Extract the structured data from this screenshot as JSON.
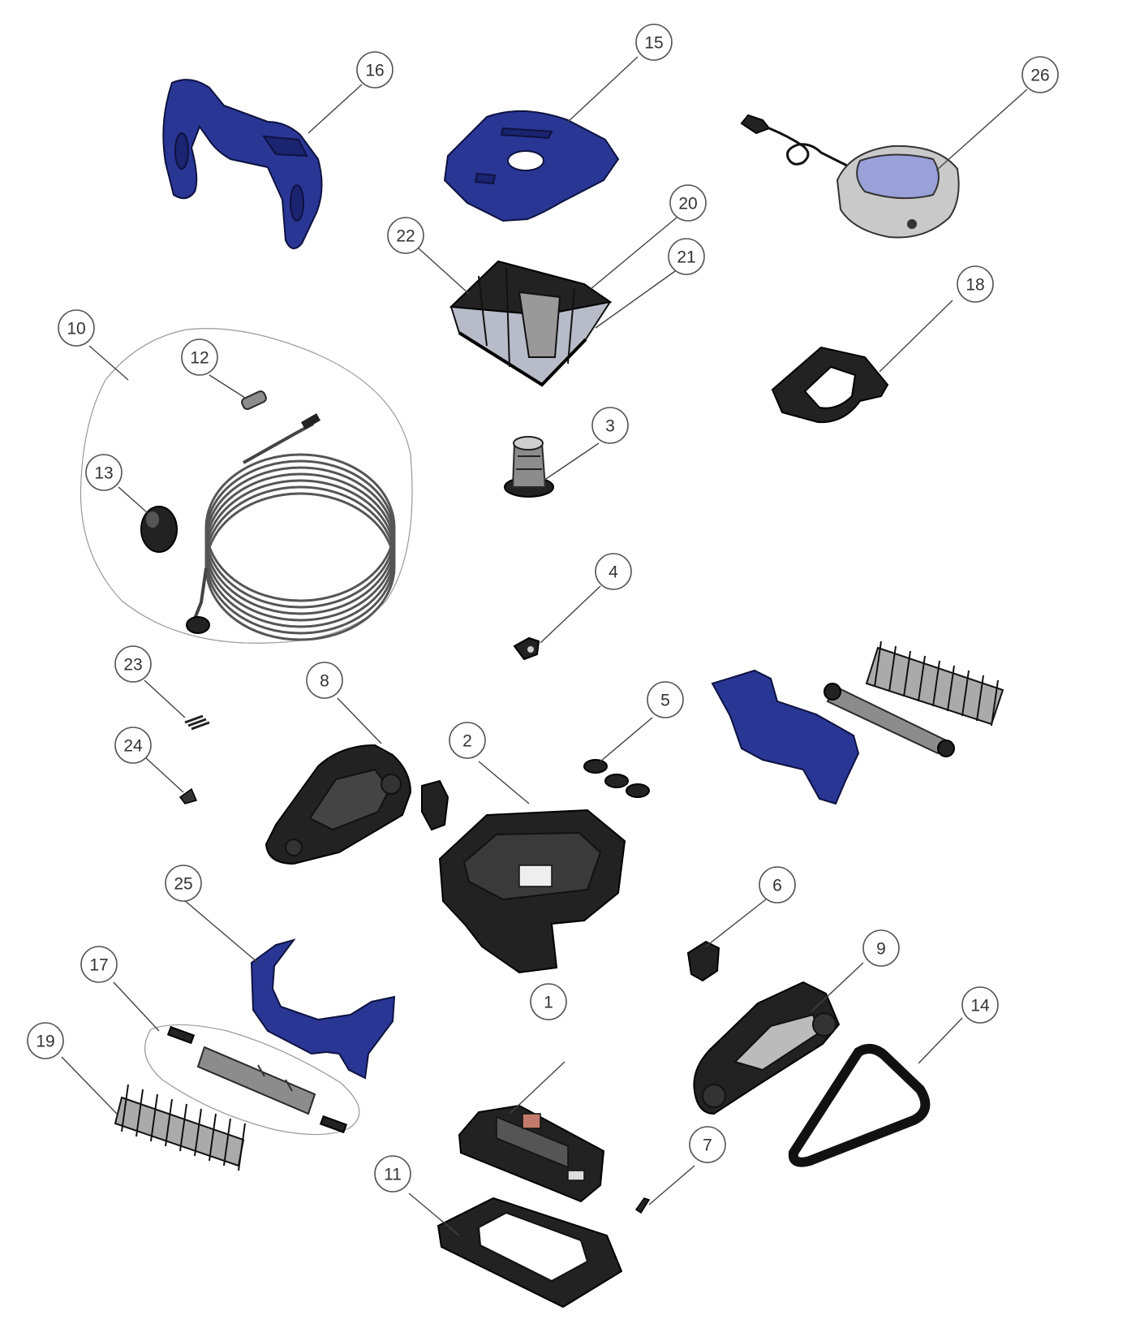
{
  "callouts": [
    {
      "label": "1"
    },
    {
      "label": "2"
    },
    {
      "label": "3"
    },
    {
      "label": "4"
    },
    {
      "label": "5"
    },
    {
      "label": "6"
    },
    {
      "label": "7"
    },
    {
      "label": "8"
    },
    {
      "label": "9"
    },
    {
      "label": "10"
    },
    {
      "label": "11"
    },
    {
      "label": "12"
    },
    {
      "label": "13"
    },
    {
      "label": "14"
    },
    {
      "label": "15"
    },
    {
      "label": "16"
    },
    {
      "label": "17"
    },
    {
      "label": "18"
    },
    {
      "label": "19"
    },
    {
      "label": "20"
    },
    {
      "label": "21"
    },
    {
      "label": "22"
    },
    {
      "label": "23"
    },
    {
      "label": "24"
    },
    {
      "label": "25"
    },
    {
      "label": "26"
    }
  ],
  "colors": {
    "navy_part": "#2a3694",
    "dark_part": "#222222",
    "callout_stroke": "#555555"
  }
}
